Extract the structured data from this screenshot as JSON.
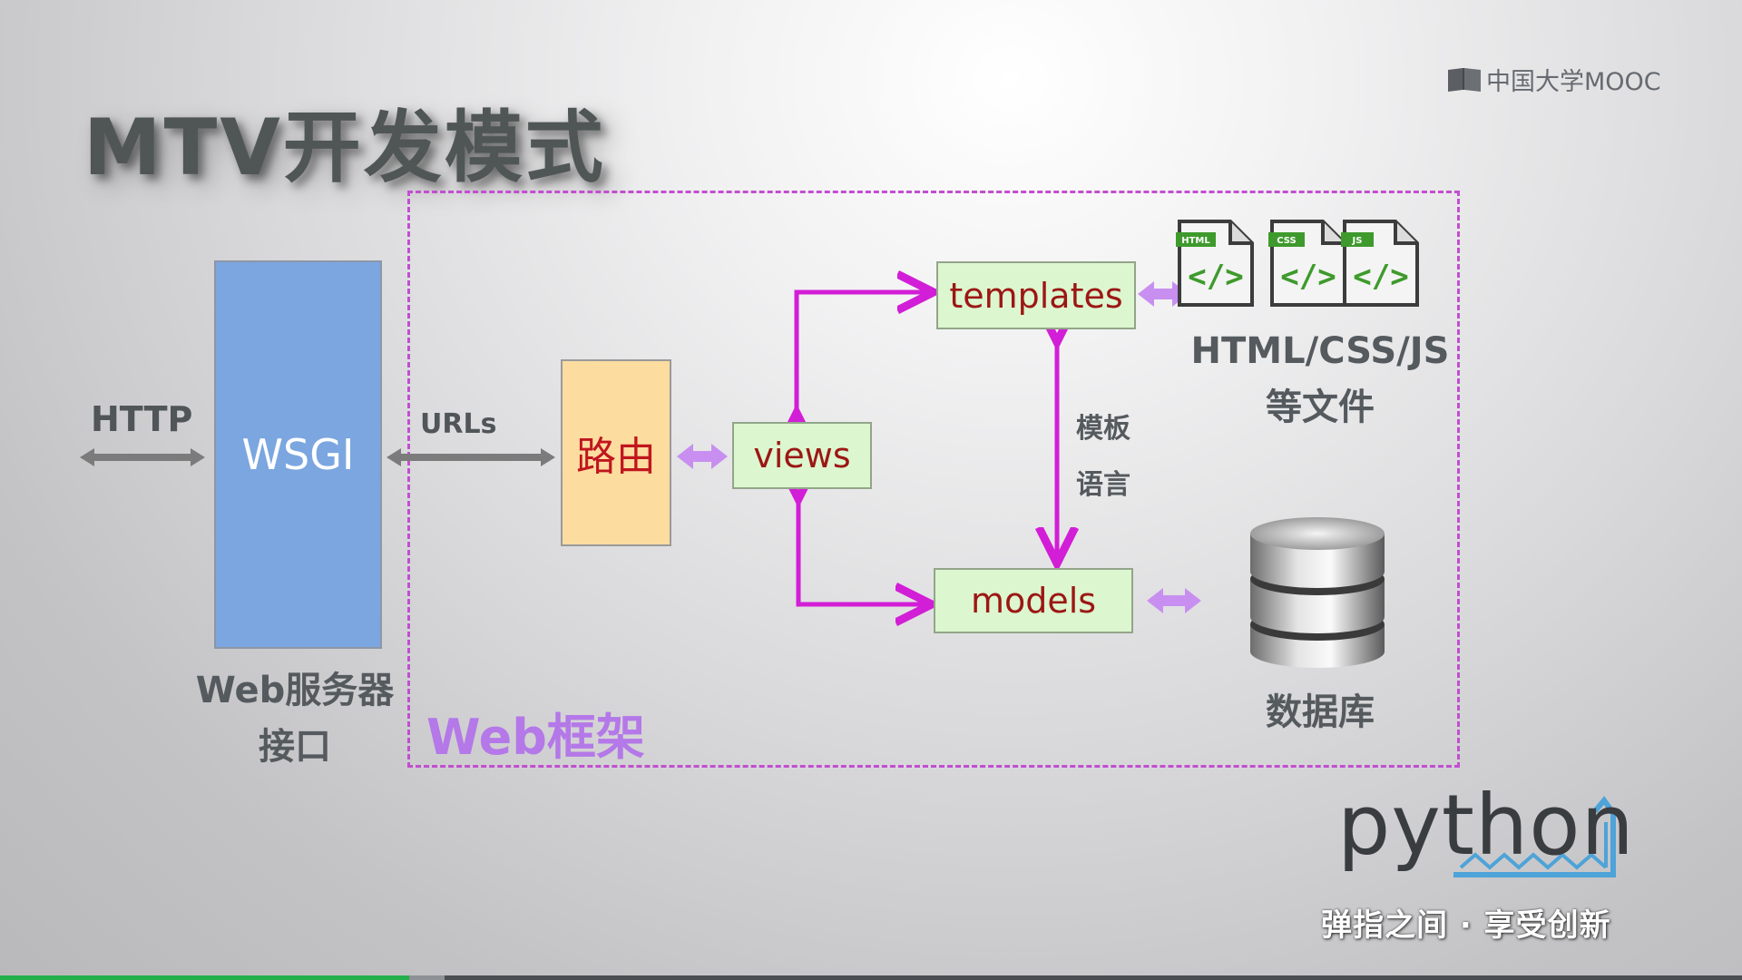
{
  "slide": {
    "title": "MTV开发模式",
    "watermark": "中国大学MOOC"
  },
  "diagram": {
    "framework_label": "Web框架",
    "http_label": "HTTP",
    "urls_label": "URLs",
    "wsgi": {
      "label": "WSGI",
      "caption_line1": "Web服务器",
      "caption_line2": "接口"
    },
    "router_label": "路由",
    "views_label": "views",
    "templates_label": "templates",
    "models_label": "models",
    "template_language_line1": "模板",
    "template_language_line2": "语言",
    "static_files": {
      "caption_line1": "HTML/CSS/JS",
      "caption_line2": "等文件",
      "file_icons": [
        {
          "tag": "HTML",
          "glyph": "</>",
          "icon": "html-file-icon"
        },
        {
          "tag": "CSS",
          "glyph": "</>",
          "icon": "css-file-icon"
        },
        {
          "tag": "JS",
          "glyph": "</>",
          "icon": "js-file-icon"
        }
      ]
    },
    "database_label": "数据库",
    "database_icon": "database-icon",
    "colors": {
      "framework_border": "#c24ed0",
      "framework_label": "#b478e8",
      "arrow_magenta": "#d21ed6",
      "arrow_lavender": "#c88ff0",
      "arrow_gray": "#7b7b7b",
      "wsgi_fill": "#7ba6e0",
      "router_fill": "#fddca0",
      "node_fill": "#dcf6cf",
      "node_text": "#9c1714"
    }
  },
  "branding": {
    "python_logo": "python",
    "slogan": "弹指之间 · 享受创新"
  },
  "player": {
    "progress_percent": 23.5,
    "buffered_percent": 25.5
  }
}
